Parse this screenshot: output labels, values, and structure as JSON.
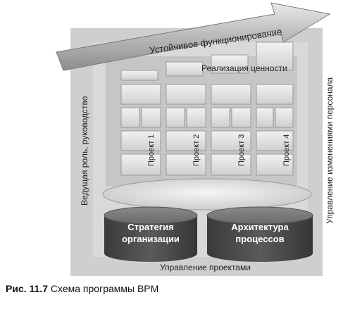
{
  "diagram": {
    "arrow_label": "Устойчивое функционирование",
    "value_label": "Реализация ценности",
    "left_label": "Ведущая роль, руководство",
    "right_label": "Управление изменениями персонала",
    "bottom_label": "Управление проектами",
    "projects": [
      "Проект 1",
      "Проект 2",
      "Проект 3",
      "Проект 4"
    ],
    "cylinders": [
      {
        "line1": "Стратегия",
        "line2": "организации"
      },
      {
        "line1": "Архитектура",
        "line2": "процессов"
      }
    ]
  },
  "caption": {
    "number": "Рис. 11.7",
    "text": "Схема программы BPM"
  }
}
